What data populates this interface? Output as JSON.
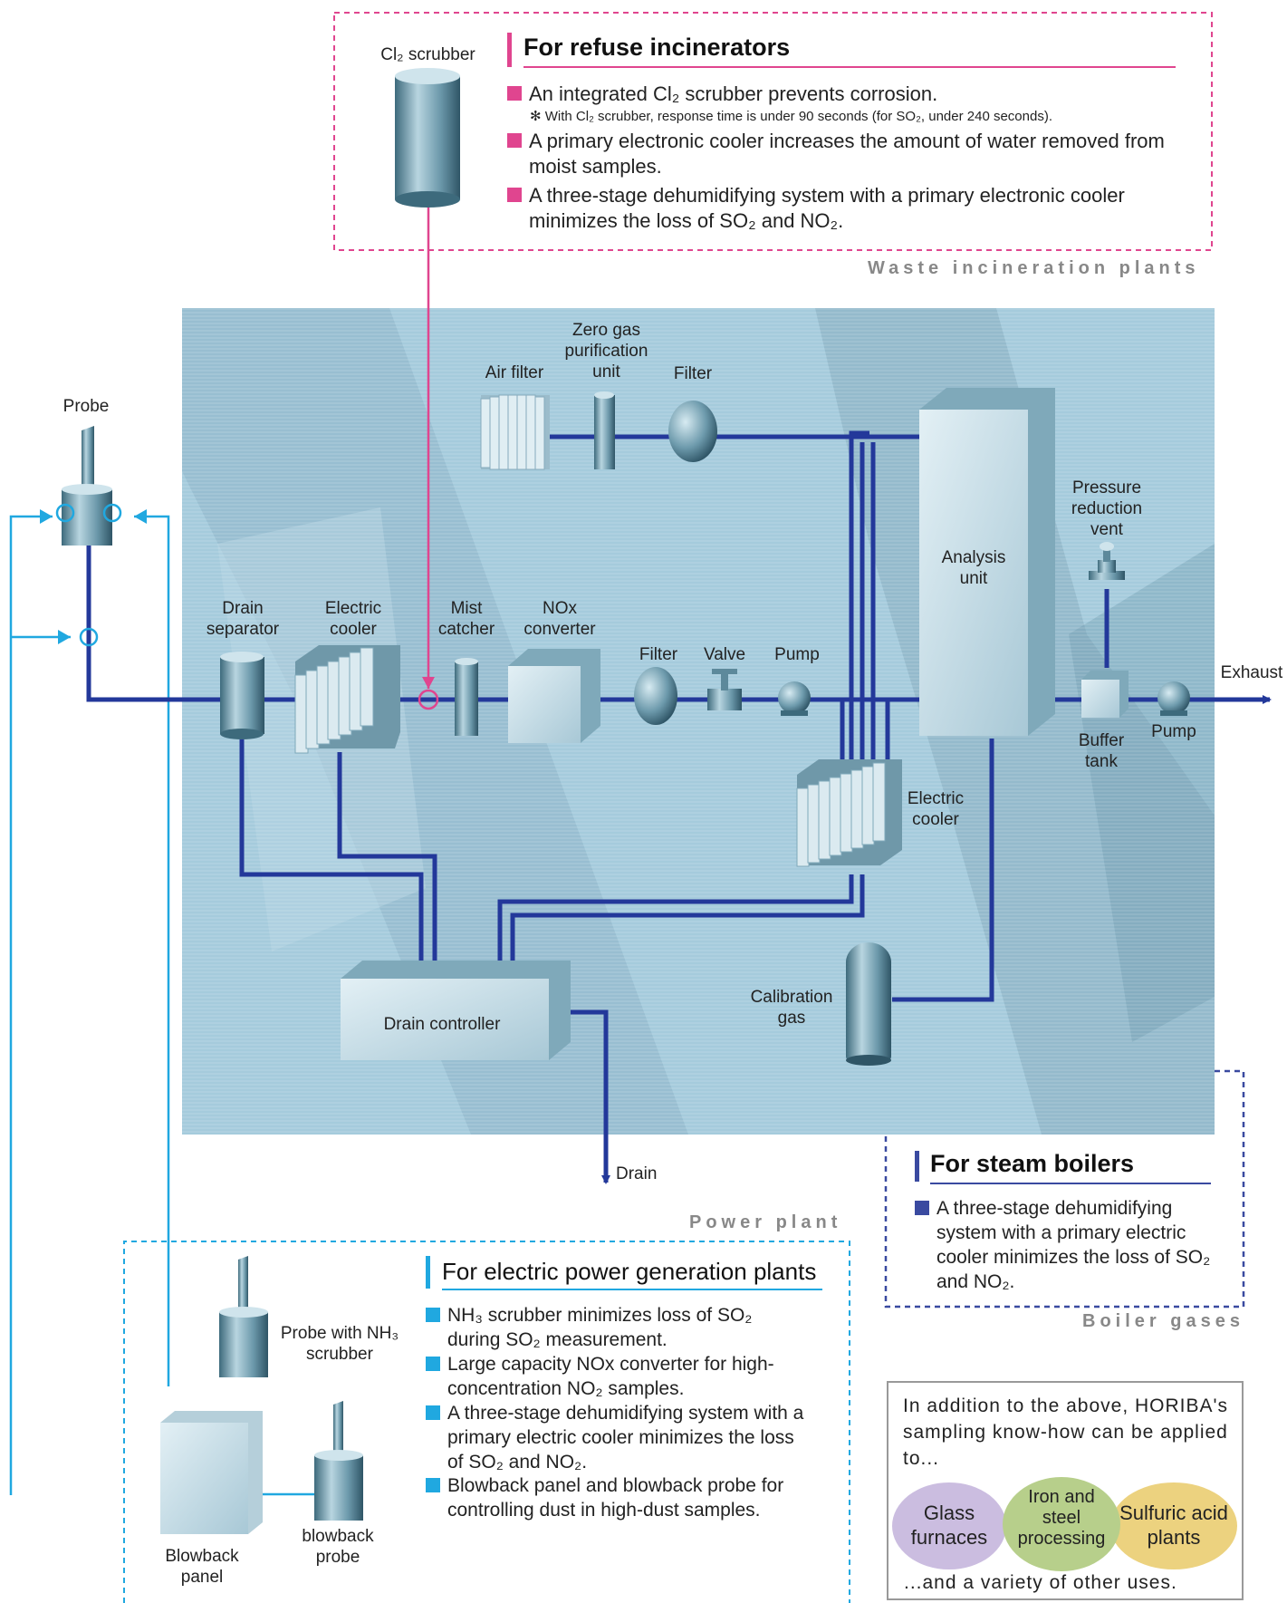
{
  "colors": {
    "pipe": "#23389a",
    "refuse_accent": "#e0458f",
    "boiler_accent": "#3a4aa0",
    "power_accent": "#20a8e0",
    "panel_bg": "#a9cfdf",
    "equipment": "#7fa9ba"
  },
  "icons": [
    "cylinder-scrubber-icon",
    "probe-icon",
    "air-filter-icon",
    "cooler-icon",
    "pump-icon",
    "valve-icon",
    "tank-icon"
  ],
  "refuse": {
    "scrubber_label": "Cl₂ scrubber",
    "title": "For refuse incinerators",
    "bullets": [
      "An integrated Cl₂ scrubber prevents corrosion.",
      "A primary electronic cooler increases the amount of water removed from moist samples.",
      "A three-stage dehumidifying system with a primary electronic cooler minimizes the loss of SO₂ and NO₂."
    ],
    "note": "✻ With Cl₂ scrubber, response time is under 90 seconds (for SO₂, under 240 seconds).",
    "caption": "Waste incineration plants"
  },
  "diagram": {
    "probe": "Probe",
    "drain_separator": "Drain separator",
    "electric_cooler_1": "Electric cooler",
    "mist_catcher": "Mist catcher",
    "nox_converter": "NOx converter",
    "air_filter": "Air filter",
    "zero_gas": "Zero gas purification unit",
    "filter_top": "Filter",
    "filter_mid": "Filter",
    "valve": "Valve",
    "pump_mid": "Pump",
    "analysis_unit": "Analysis unit",
    "pressure_vent": "Pressure reduction vent",
    "exhaust": "Exhaust",
    "buffer_tank": "Buffer tank",
    "pump_right": "Pump",
    "electric_cooler_2": "Electric cooler",
    "calibration_gas": "Calibration gas",
    "drain_controller": "Drain controller",
    "drain": "Drain",
    "power_caption": "Power plant"
  },
  "boiler": {
    "title": "For steam boilers",
    "bullets": [
      "A three-stage dehumidifying system with a primary electric cooler minimizes the loss of SO₂ and NO₂."
    ],
    "caption": "Boiler gases"
  },
  "power": {
    "title": "For electric power generation plants",
    "bullets": [
      "NH₃ scrubber minimizes loss of SO₂ during SO₂ measurement.",
      "Large capacity NOx converter for high-concentration NO₂ samples.",
      "A three-stage dehumidifying system with a primary electric cooler minimizes the loss of SO₂ and NO₂.",
      "Blowback panel and blowback probe for controlling dust in high-dust samples."
    ],
    "probe_nh3": "Probe with NH₃ scrubber",
    "blowback_panel": "Blowback panel",
    "blowback_probe": "blowback probe"
  },
  "addition": {
    "intro": "In addition to the above, HORIBA's sampling know-how can be applied to...",
    "items": [
      "Glass furnaces",
      "Iron and steel processing",
      "Sulfuric acid plants"
    ],
    "outro": "...and a variety of other uses."
  }
}
